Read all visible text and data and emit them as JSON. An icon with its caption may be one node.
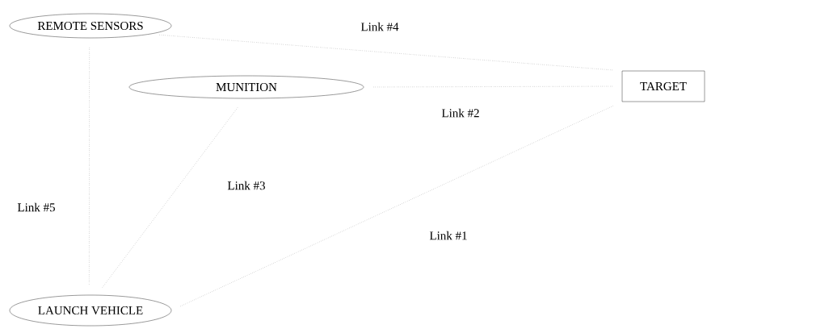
{
  "diagram": {
    "nodes": [
      {
        "text": [
          "REMOTE SENSORS"
        ]
      },
      {
        "text": [
          "MUNITION"
        ]
      },
      {
        "text": [
          "TARGET"
        ]
      },
      {
        "text": [
          "LAUNCH VEHICLE"
        ]
      }
    ],
    "edges": [
      {
        "from": 0,
        "to": 2,
        "arrow": "none",
        "label": "Link #4"
      },
      {
        "from": 1,
        "to": 2,
        "arrow": "none",
        "label": "Link #2"
      },
      {
        "from": 3,
        "to": 2,
        "arrow": "none",
        "label": "Link #1"
      },
      {
        "from": 3,
        "to": 1,
        "arrow": "none",
        "label": "Link #3"
      },
      {
        "from": 0,
        "to": 3,
        "arrow": "none",
        "label": "Link #5"
      }
    ]
  }
}
